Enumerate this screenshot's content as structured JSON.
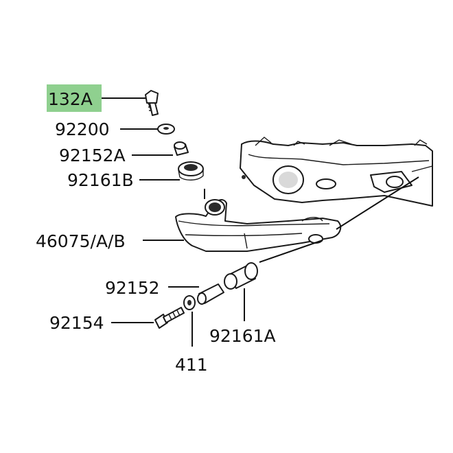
{
  "diagram": {
    "highlight_color": "#8fd08f",
    "labels": [
      {
        "id": "bolt",
        "text": "132A",
        "highlighted": true
      },
      {
        "id": "washer-top",
        "text": "92200",
        "highlighted": false
      },
      {
        "id": "collar-top",
        "text": "92152A",
        "highlighted": false
      },
      {
        "id": "damper-top",
        "text": "92161B",
        "highlighted": false
      },
      {
        "id": "handle",
        "text": "46075/A/B",
        "highlighted": false
      },
      {
        "id": "collar-bottom",
        "text": "92152",
        "highlighted": false
      },
      {
        "id": "screw",
        "text": "92154",
        "highlighted": false
      },
      {
        "id": "damper-bottom",
        "text": "92161A",
        "highlighted": false
      },
      {
        "id": "washer-bottom",
        "text": "411",
        "highlighted": false
      }
    ]
  }
}
